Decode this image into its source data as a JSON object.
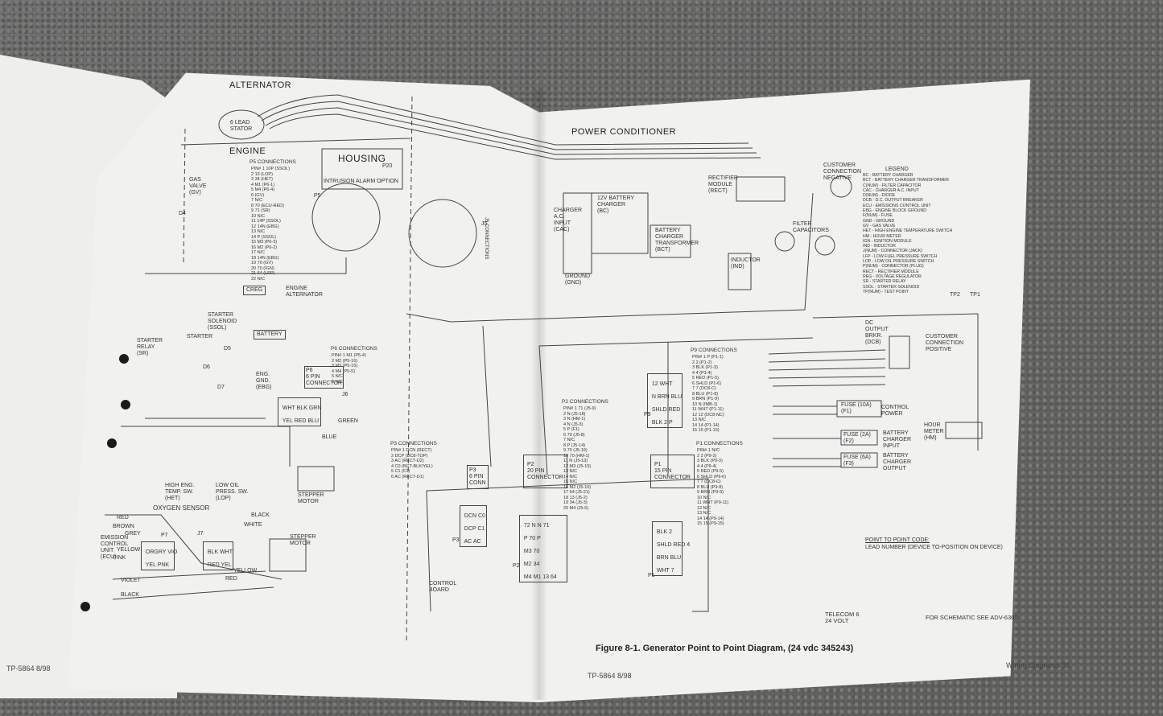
{
  "left_page": {
    "footer": "TP-5864  8/98"
  },
  "sections": {
    "alternator": "ALTERNATOR",
    "stator": "6 LEAD\nSTATOR",
    "engine": "ENGINE",
    "housing": "HOUSING",
    "intrusion": "INTRUSION ALARM OPTION",
    "power_conditioner": "POWER CONDITIONER",
    "legend": "LEGEND"
  },
  "components": {
    "gas_valve": "GAS\nVALVE\n(GV)",
    "creg": "CREG",
    "engine_alternator": "ENGINE\nALTERNATOR",
    "starter_solenoid": "STARTER\nSOLENOID\n(SSOL)",
    "starter": "STARTER",
    "battery": "BATTERY",
    "starter_relay": "STARTER\nRELAY\n(SR)",
    "eng_gnd": "ENG.\nGND.\n(EBG)",
    "high_eng_temp": "HIGH ENG.\nTEMP. SW.\n(HET)",
    "low_oil": "LOW OIL\nPRESS. SW.\n(LOP)",
    "stepper_motor": "STEPPER\nMOTOR",
    "oxygen_sensor": "OXYGEN SENSOR",
    "emission": "EMISSION\nCONTROL\nUNIT\n(ECU)",
    "charger_input": "CHARGER\nA.C.\nINPUT\n(CAC)",
    "ground": "GROUND\n(GND)",
    "battery_charger": "12V BATTERY\nCHARGER\n(BC)",
    "battery_charger_transformer": "BATTERY\nCHARGER\nTRANSFORMER\n(BCT)",
    "rectifier": "RECTIFIER\nMODULE\n(RECT)",
    "customer_neg": "CUSTOMER\nCONNECTION\nNEGATIVE",
    "filter_caps": "FILTER\nCAPACITORS",
    "inductor": "INDUCTOR\n(IND)",
    "dc_breaker": "DC\nOUTPUT\nBRKR.\n(DCB)",
    "customer_pos": "CUSTOMER\nCONNECTION\nPOSITIVE",
    "fuse_control": "FUSE (10A)\n(F1)",
    "fuse_control_label": "CONTROL\nPOWER",
    "fuse_batt_in": "FUSE (2A)\n(F2)",
    "fuse_batt_in_label": "BATTERY\nCHARGER\nINPUT",
    "fuse_batt_out": "FUSE (6A)\n(F3)",
    "fuse_batt_out_label": "BATTERY\nCHARGER\nOUTPUT",
    "hour_meter": "HOUR\nMETER\n(HM)",
    "control_board": "CONTROL\nBOARD",
    "p3_conn": "P3\n6 PIN\nCONN",
    "p2_conn": "P2\n20 PIN\nCONNECTOR",
    "p1_conn": "P1\n15 PIN\nCONNECTOR",
    "p6_conn": "P6\n6 PIN\nCONNECTOR"
  },
  "connection_titles": {
    "p5": "P5 CONNECTIONS",
    "j5": "J5 CONNECTIONS",
    "p6": "P6 CONNECTIONS",
    "p9": "P9 CONNECTIONS",
    "p2": "P2 CONNECTIONS",
    "p3": "P3 CONNECTIONS",
    "p1": "P1 CONNECTIONS"
  },
  "p5_list": "PIN# 1 10P (SSOL)\n2 13 (LOP)\n3 34 (HET)\n4 M1 (P6-1)\n5 M4 (P6-4)\n6 (GV)\n7 N/C\n8 70 (ECU-RED)\n9 71 (SR)\n10 N/C\n11 14P (SSOL)\n12 14N (EBG)\n13 N/C\n14 P (SSOL)\n15 M3 (P6-3)\n16 M2 (P6-2)\n17 N/C\n18 14N (EBG)\n19 70 (GV)\n20 70 (IGN)\n21 64 (LPP)\n22 N/C",
  "p6_list": "PIN# 1 M1 (P5-4)\n2 M2 (P5-16)\n3 M3 (P5-15)\n4 M4 (P5-5)\n5 N/C\n6 N/C",
  "p9_list": "PIN# 1 P (P1-1)\n2 2 (P1-2)\n3 BLK (P1-3)\n4 4 (P1-4)\n5 RED (P1-5)\n6 SHLD (P1-6)\n7 7 (DC8-C)\n8 BLU (P1-8)\n9 BRN (P1-9)\n10 N (IMB-1)\n11 WHT (P1-11)\n12 12 (DC8-NC)\n13 N/C\n14 14 (P1-14)\n15 15 (P1-15)",
  "p2_list": "PIN# 1 71 (J5-9)\n2 N (J5-18)\n3 N (HM-1)\n4 N (J5-3)\n5 P (F1)\n6 70 (J5-8)\n7 N/C\n8 P (J5-14)\n9 70 (J5-19)\n10 70 (HM-1)\n11 N (J5-13)\n12 M3 (J5-15)\n13 N/C\n14 N/C\n15 N/C\n16 M2 (J5-16)\n17 64 (J5-21)\n18 13 (J5-2)\n19 34 (J5-3)\n20 M4 (J5-5)",
  "p3_list": "PIN# 1 DCN (RECT)\n2 DCP (DC8-TOP)\n3 AC (RECT-D2)\n4 C0 (BCT-BLK/YEL)\n5 C1 (F2)\n6 AC (RECT-D1)",
  "p1_list": "PIN# 1 N/C\n2 2 (P9-2)\n3 BLK (P9-3)\n4 4 (P9-4)\n5 RED (P9-5)\n6 SHLD (P9-6)\n7 7 (DC8-C)\n8 BLU (P9-8)\n9 BRN (P9-9)\n10 N/C\n11 WHT (P9-11)\n12 N/C\n13 N/C\n14 14 (P9-14)\n15 15 (P9-15)",
  "legend_list": "BC - BATTERY CHARGER\nBCT - BATTERY CHARGER TRANSFORMER\nC(NUM) - FILTER CAPACITOR\nCAC - CHARGER A.C. INPUT\nD(NUM) - DIODE\nDCB - D.C. OUTPUT BREAKER\nECU - EMISSIONS CONTROL UNIT\nEBG - ENGINE BLOCK GROUND\nF(NUM) - FUSE\nGND - GROUND\nGV - GAS VALVE\nHET - HIGH ENGINE TEMPERATURE SWITCH\nHM - HOUR METER\nIGN - IGNITION MODULE\nIND - INDUCTOR\nJ(NUM) - CONNECTOR (JACK)\nLFP - LOW FUEL PRESSURE SWITCH\nLOP - LOW OIL PRESSURE SWITCH\nP(NUM) - CONNECTOR (PLUG)\nRECT - RECTIFIER MODULE\nREG - VOLTAGE REGULATOR\nSR - STARTER RELAY\nSSOL - STARTER SOLENOID\nTP(NUM) - TEST POINT",
  "point_code": {
    "title": "POINT TO POINT CODE:",
    "text": "LEAD NUMBER (DEVICE TO-POSITION ON DEVICE)"
  },
  "telecom": "TELECOM 6\n24 VOLT",
  "schematic_ref": "FOR SCHEMATIC SEE ADV-6306",
  "caption": "Figure 8-1. Generator Point to Point Diagram, (24 vdc 345243)",
  "footer_left": "TP-5864   8/98",
  "footer_right": "Wiring Diagrams  35",
  "pins": {
    "p20": "P20",
    "p5": "P5",
    "j5": "J5",
    "j6": "J6",
    "j7": "J7",
    "p7": "P7",
    "p9": "P9",
    "p2": "P2",
    "p3": "P3",
    "p1": "P1",
    "d4": "D4",
    "d5": "D5",
    "d6": "D6",
    "d7": "D7",
    "tp1": "TP1",
    "tp2": "TP2"
  },
  "wire_colors": {
    "red": "RED",
    "brown": "BROWN",
    "grey": "GREY",
    "yellow": "YELLOW",
    "pink": "PINK",
    "violet": "VIOLET",
    "black": "BLACK",
    "white": "WHITE",
    "green": "GREEN",
    "blue": "BLUE"
  },
  "p7_grid": [
    "ORGRY",
    "VIO",
    "YEL",
    "PNK"
  ],
  "j7_grid": [
    "BLK",
    "WHT",
    "RED",
    "YEL"
  ],
  "j6_grid": [
    "WHT",
    "BLK",
    "GRN",
    "YEL",
    "RED",
    "BLU"
  ],
  "p9_grid": [
    "12",
    "WHT",
    "N",
    "BRN",
    "BLU",
    "SHLD",
    "RED",
    "BLK",
    "2",
    "P"
  ],
  "p2_grid": [
    "72",
    "N",
    "N",
    "71",
    "P",
    "70",
    "P",
    "M3",
    "70",
    "M2",
    "34",
    "M4",
    "M1",
    "13",
    "64"
  ],
  "p3_grid": [
    "DCN",
    "C0",
    "DCP",
    "C1",
    "AC",
    "AC"
  ],
  "p1_grid": [
    "BLK",
    "2",
    "SHLD",
    "RED",
    "4",
    "BRN",
    "BLU",
    "WHT",
    "7"
  ],
  "colors": {
    "carpet": "#6b6b69",
    "paper": "#f1f1ef",
    "ink": "#333333"
  }
}
